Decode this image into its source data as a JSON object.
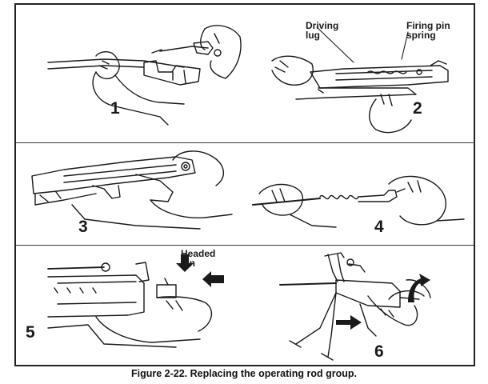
{
  "figure": {
    "caption": "Figure 2-22. Replacing the operating rod group.",
    "panels": [
      {
        "number": "1",
        "callouts": []
      },
      {
        "number": "2",
        "callouts": [
          "Driving lug",
          "Firing pin spring"
        ]
      },
      {
        "number": "3",
        "callouts": []
      },
      {
        "number": "4",
        "callouts": []
      },
      {
        "number": "5",
        "callouts": [
          "Headed pin"
        ]
      },
      {
        "number": "6",
        "callouts": []
      }
    ]
  },
  "colors": {
    "ink": "#1a1a1a",
    "paper": "#ffffff"
  }
}
